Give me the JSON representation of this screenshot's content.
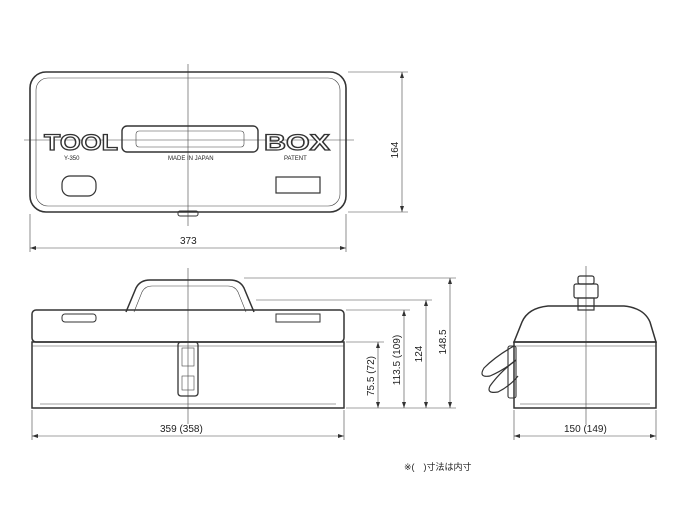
{
  "top_view": {
    "embossed_left": "TOOL",
    "embossed_right": "BOX",
    "model": "Y-350",
    "origin": "MADE IN JAPAN",
    "patent": "PATENT"
  },
  "dimensions": {
    "top_width": "373",
    "top_depth": "164",
    "front_width": "359 (358)",
    "front_height_lid": "75.5 (72)",
    "front_height_body": "113.5 (109)",
    "front_height_mid": "124",
    "front_height_total": "148.5",
    "side_depth": "150 (149)"
  },
  "note": "※(　)寸法は内寸"
}
